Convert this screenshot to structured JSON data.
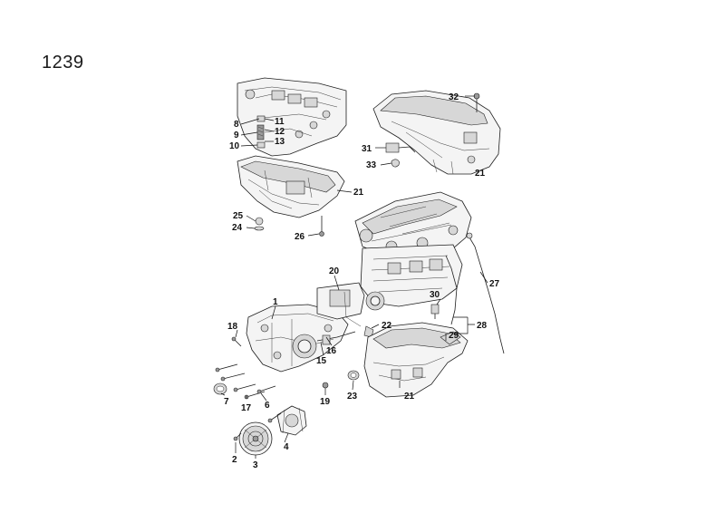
{
  "page_number": "1239",
  "callouts": [
    "1",
    "2",
    "3",
    "4",
    "6",
    "7",
    "8",
    "9",
    "10",
    "11",
    "12",
    "13",
    "15",
    "16",
    "17",
    "18",
    "19",
    "20",
    "21",
    "21",
    "21",
    "22",
    "23",
    "24",
    "25",
    "26",
    "27",
    "28",
    "29",
    "30",
    "31",
    "32",
    "33"
  ]
}
